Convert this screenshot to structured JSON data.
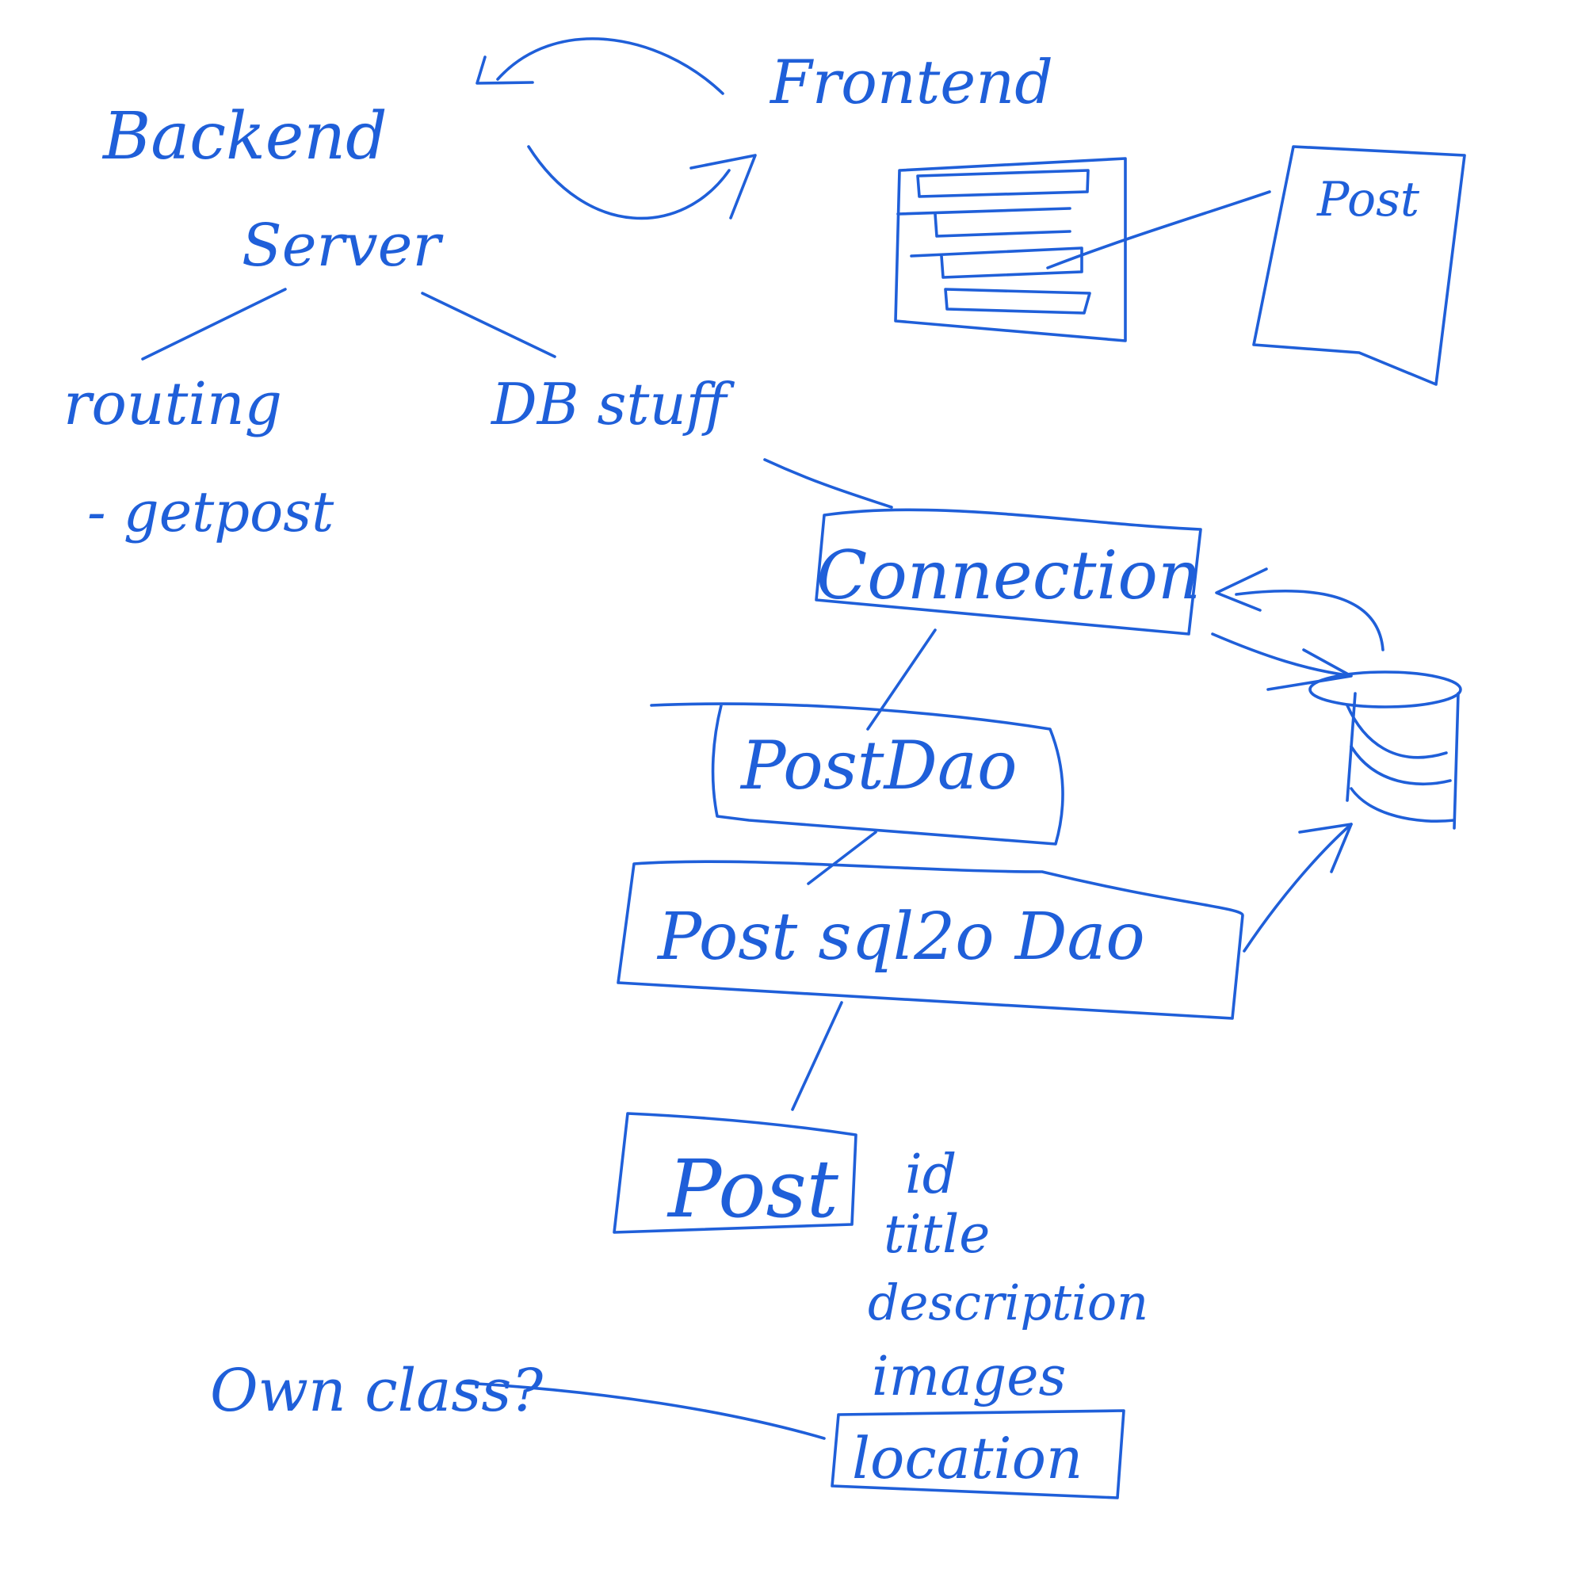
{
  "ink_color": "#1f5fd9",
  "labels": {
    "backend": "Backend",
    "frontend": "Frontend",
    "server": "Server",
    "routing": "routing",
    "getpost": "- getpost",
    "db_stuff": "DB stuff",
    "post_page": "Post",
    "connection": "Connection",
    "post_dao": "PostDao",
    "post_sql_dao": "Post sql2o Dao",
    "post_class": "Post",
    "field_id": "id",
    "field_title": "title",
    "field_description": "description",
    "field_images": "images",
    "field_location": "location",
    "own_class": "Own class?"
  },
  "icons": {
    "database": "database-cylinder-icon",
    "webpage": "webpage-list-icon",
    "document": "document-page-icon"
  }
}
